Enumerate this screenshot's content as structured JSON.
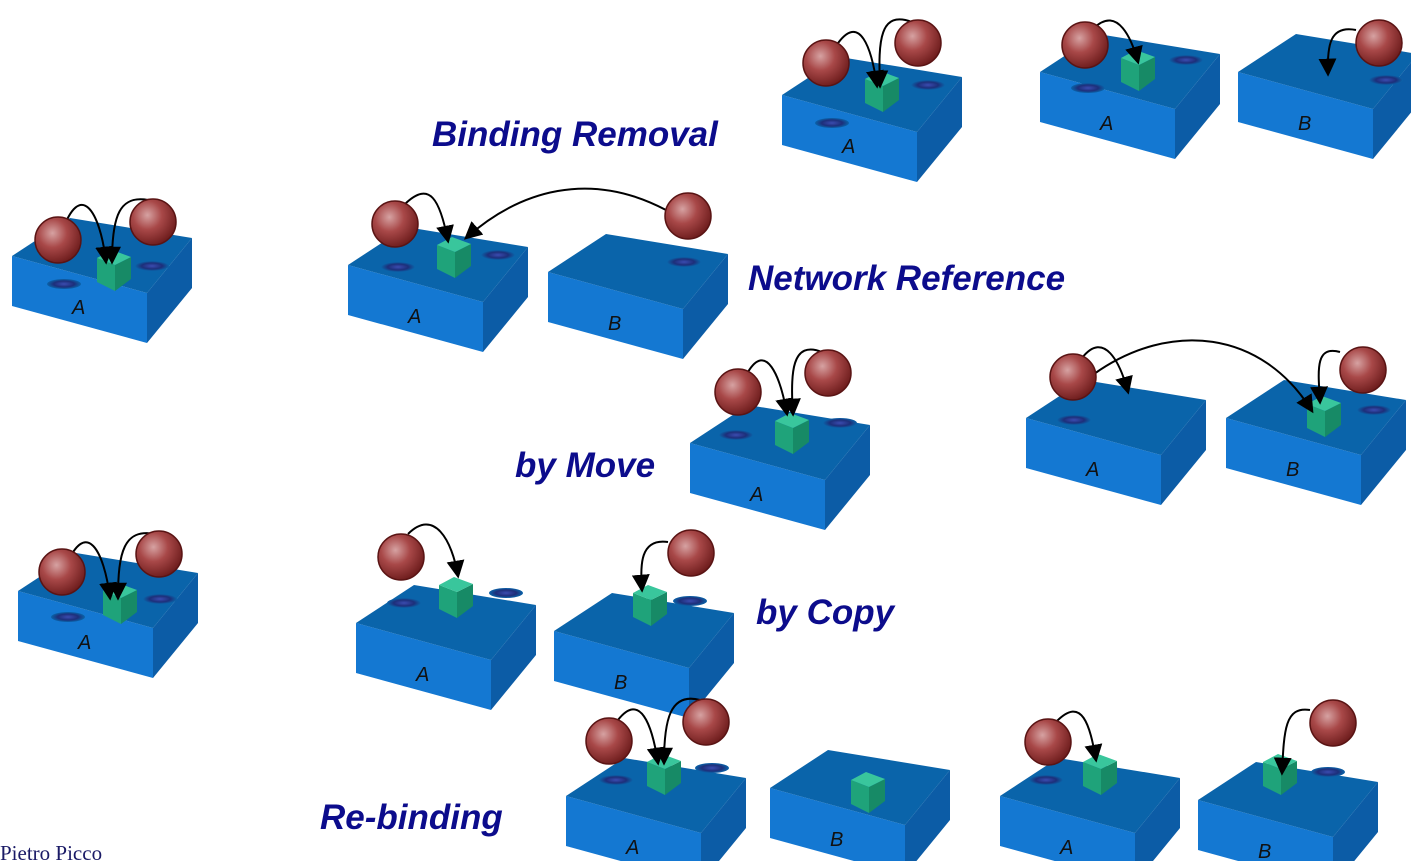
{
  "labels": {
    "binding_removal": "Binding Removal",
    "network_reference": "Network Reference",
    "by_move": "by Move",
    "by_copy": "by Copy",
    "re_binding": "Re-binding"
  },
  "host_names": {
    "a": "A",
    "b": "B"
  },
  "footer": "Pietro Picco",
  "colors": {
    "host_top": "#0a64aa",
    "host_front": "#1478d2",
    "host_side": "#0c5ca6",
    "hole": "#1d2f7a",
    "resource_top": "#39c69c",
    "resource_front": "#1fa37a",
    "resource_side": "#178a66",
    "unit": "#8e2a2a",
    "unit_outline": "#5a1414",
    "arrow": "#000000",
    "label": "#0c0c8c"
  }
}
